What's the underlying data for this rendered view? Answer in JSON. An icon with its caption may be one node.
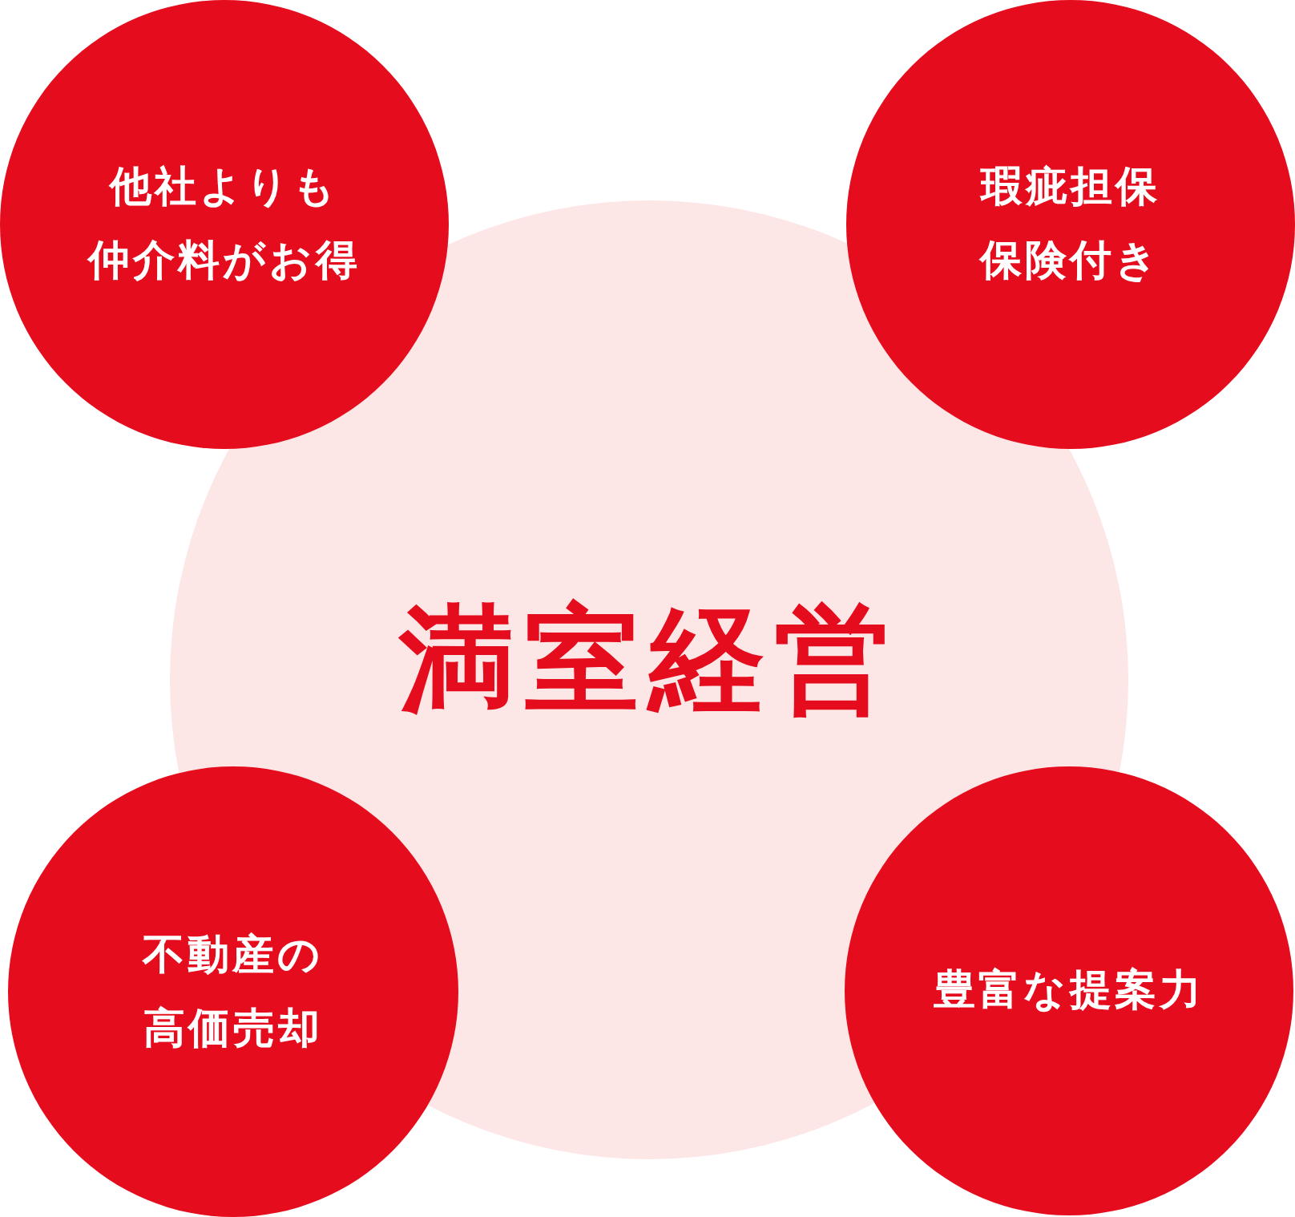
{
  "diagram": {
    "nodes": [
      {
        "text": [
          "他社よりも仲介料がお得"
        ]
      },
      {
        "text": [
          "瑕疵担保保険付き"
        ]
      },
      {
        "text": [
          "満室経営"
        ]
      },
      {
        "text": [
          "不動産の高価売却"
        ]
      },
      {
        "text": [
          "豊富な提案力"
        ]
      }
    ]
  }
}
